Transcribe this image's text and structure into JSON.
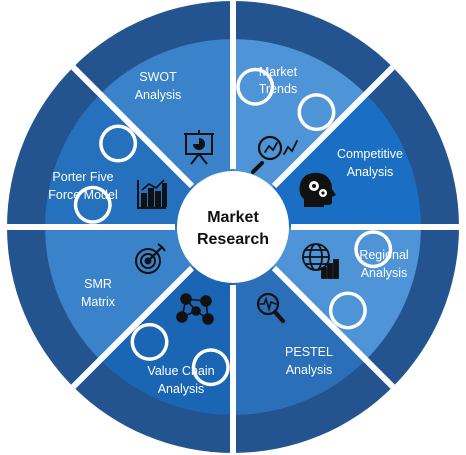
{
  "center": {
    "line1": "Market",
    "line2": "Research"
  },
  "segments": [
    {
      "lines": [
        "Market",
        "Trends"
      ],
      "icon": "magnifier-chart-icon",
      "color": "#4f94d6"
    },
    {
      "lines": [
        "Competitive",
        "Analysis"
      ],
      "icon": "head-gears-icon",
      "color": "#1a6fc4"
    },
    {
      "lines": [
        "Regional",
        "Analysis"
      ],
      "icon": "globe-chart-icon",
      "color": "#4f94d6"
    },
    {
      "lines": [
        "PESTEL",
        "Analysis"
      ],
      "icon": "magnifier-pulse-icon",
      "color": "#2a6fb8"
    },
    {
      "lines": [
        "Value Chain",
        "Analysis"
      ],
      "icon": "network-people-icon",
      "color": "#1a66b5"
    },
    {
      "lines": [
        "SMR",
        "Matrix"
      ],
      "icon": "target-icon",
      "color": "#3a82c9"
    },
    {
      "lines": [
        "Porter Five",
        "Force Model"
      ],
      "icon": "bar-chart-icon",
      "color": "#2671bd"
    },
    {
      "lines": [
        "SWOT",
        "Analysis"
      ],
      "icon": "presentation-board-icon",
      "color": "#3a82c9"
    }
  ],
  "colors": {
    "outer_ring": "#24558f",
    "gap": "#ffffff",
    "center_fill": "#ffffff"
  }
}
